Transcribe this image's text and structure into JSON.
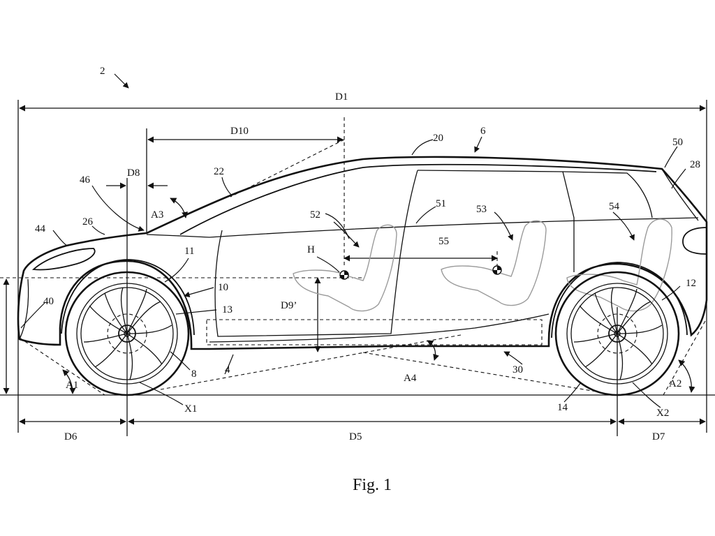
{
  "figure": {
    "caption": "Fig. 1",
    "labels": {
      "vehicle": "2",
      "body": "6",
      "rear_arch": "12",
      "front_wheel": "8",
      "front_arch": "10",
      "front_arch_edge": "11",
      "battery": "13",
      "rear_wheel": "14",
      "roof": "20",
      "windshield": "22",
      "hood": "26",
      "tailgate": "28",
      "sill_rear": "30",
      "sill": "4",
      "front_face": "40",
      "headlight": "44",
      "cowl": "46",
      "spoiler": "50",
      "b_pillar": "51",
      "seat_front": "52",
      "seat_middle": "53",
      "seat_rear": "54",
      "seat_spacing": "55",
      "hip_point": "H",
      "front_axle": "X1",
      "rear_axle": "X2"
    },
    "dimensions": {
      "overall_length": "D1",
      "dim_10": "D10",
      "dim_8": "D8",
      "dim_9": "D9’",
      "front_overhang": "D6",
      "wheelbase": "D5",
      "rear_overhang": "D7"
    },
    "angles": {
      "approach": "A1",
      "departure": "A2",
      "windshield_angle": "A3",
      "breakover": "A4"
    }
  }
}
